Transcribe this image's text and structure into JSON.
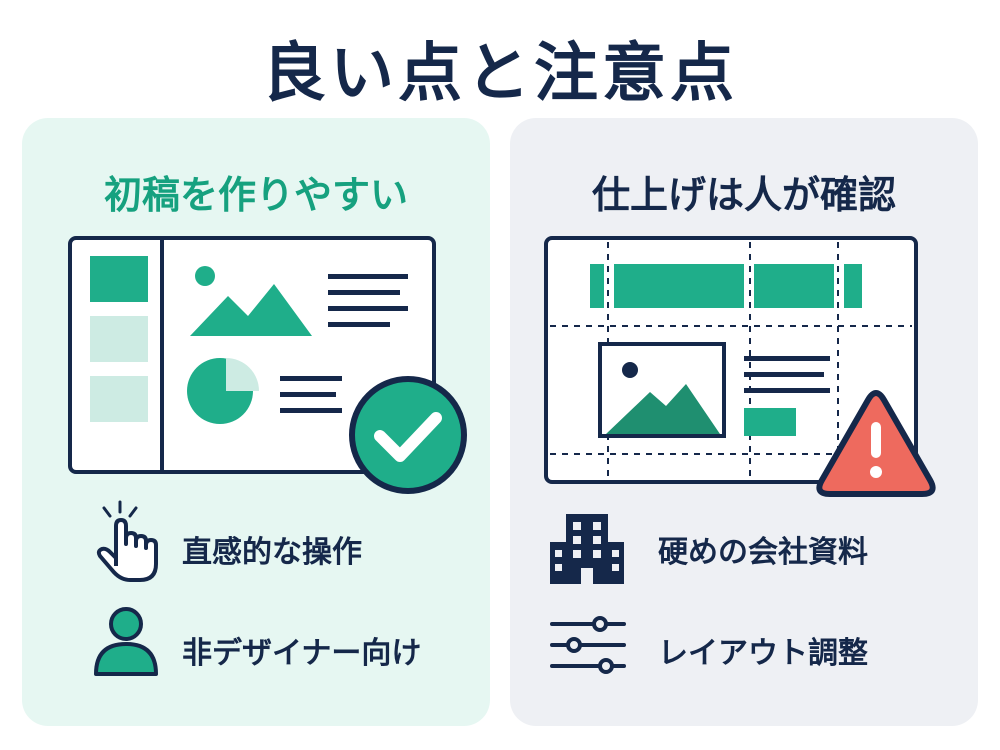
{
  "title": "良い点と注意点",
  "left": {
    "heading": "初稿を作りやすい",
    "features": [
      {
        "icon": "pointing-hand-icon",
        "label": "直感的な操作"
      },
      {
        "icon": "user-icon",
        "label": "非デザイナー向け"
      }
    ]
  },
  "right": {
    "heading": "仕上げは人が確認",
    "features": [
      {
        "icon": "office-building-icon",
        "label": "硬めの会社資料"
      },
      {
        "icon": "sliders-icon",
        "label": "レイアウト調整"
      }
    ]
  },
  "colors": {
    "accent_green": "#1fae8a",
    "light_green": "#cdebe3",
    "navy": "#15284a",
    "warning_red": "#ee6a5e",
    "left_panel_bg": "#e6f7f2",
    "right_panel_bg": "#eef0f4"
  }
}
